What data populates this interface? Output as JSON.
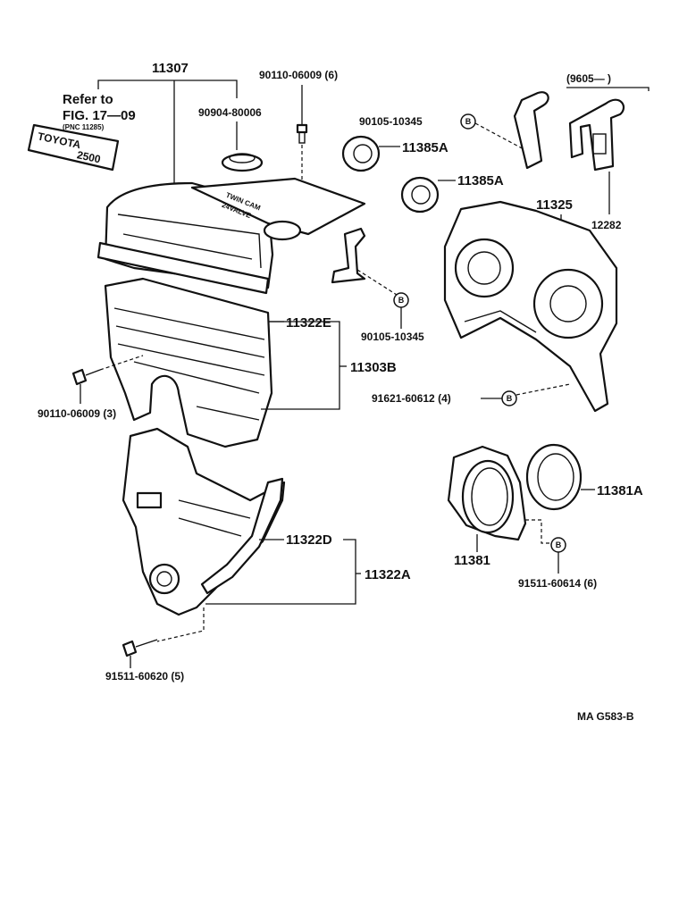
{
  "reference": {
    "line1": "Refer to",
    "line2": "FIG. 17—09",
    "line3": "(PNC 11285)"
  },
  "emblem": {
    "brand": "TOYOTA",
    "model": "2500"
  },
  "cover_text": {
    "line1": "TWIN CAM",
    "line2": "24VALVE"
  },
  "date_range": "(9605—        )",
  "part_labels": {
    "p11307": "11307",
    "p90110_06009_6": "90110-06009 (6)",
    "p90904_80006": "90904-80006",
    "p90105_10345_top": "90105-10345",
    "p11385A_1": "11385A",
    "p11385A_2": "11385A",
    "p11325": "11325",
    "p12282": "12282",
    "p11322E": "11322E",
    "p11303B": "11303B",
    "p90105_10345_mid": "90105-10345",
    "p90110_06009_3": "90110-06009 (3)",
    "p91621_60612": "91621-60612 (4)",
    "p11381A": "11381A",
    "p11381": "11381",
    "p91511_60614": "91511-60614 (6)",
    "p11322D": "11322D",
    "p11322A": "11322A",
    "p91511_60620": "91511-60620 (5)"
  },
  "marker_letter": "B",
  "figure_code": "MA  G583-B"
}
